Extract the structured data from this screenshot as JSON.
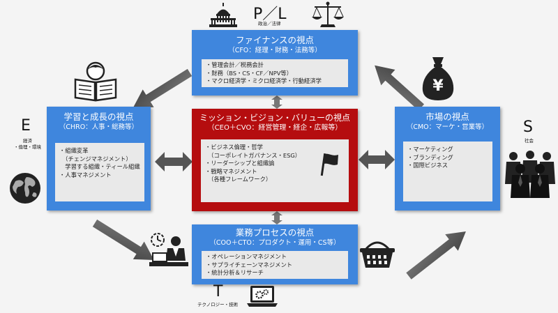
{
  "finance": {
    "title": "ファイナンスの視点",
    "subtitle": "（CFO：経理・財務・法務等）",
    "items": [
      "・管理会計／税務会計",
      "・財務（BS・CS・CF／NPV等）",
      "・マクロ経済学・ミクロ経済学・行動経済学"
    ]
  },
  "learning": {
    "title": "学習と成長の視点",
    "subtitle": "（CHRO：人事・総務等）",
    "items": [
      "・組織変革",
      "　（チェンジマネジメント）",
      "　学習する組織・ティール組織",
      "・人事マネジメント"
    ]
  },
  "mission": {
    "title": "ミッション・ビジョン・バリューの視点",
    "subtitle": "（CEO＋CVO：経営管理・経企・広報等）",
    "items": [
      "・ビジネス倫理・哲学",
      "　（コーポレイトガバナンス・ESG）",
      "・リーダーシップと組織論",
      "・戦略マネジメント",
      "　（各種フレームワーク）"
    ]
  },
  "market": {
    "title": "市場の視点",
    "subtitle": "（CMO：マーケ・営業等）",
    "items": [
      "・マーケティング",
      "・ブランディング",
      "・国際ビジネス"
    ]
  },
  "process": {
    "title": "業務プロセスの視点",
    "subtitle": "（COO＋CTO：プロダクト・運用・CS等）",
    "items": [
      "・オペレーションマネジメント",
      "・サプライチェーンマネジメント",
      "・統計分析＆リサーチ"
    ]
  },
  "pestle": {
    "p_letter": "P／L",
    "p_caption": "政治／法律",
    "e_letter": "E",
    "e_caption": "経済\n・倫理・環境",
    "s_letter": "S",
    "s_caption": "社会",
    "t_letter": "T",
    "t_caption": "テクノロジー・技術"
  },
  "colors": {
    "blue": "#3f86dd",
    "red": "#b50d0f",
    "arrow": "#555555",
    "inner": "#e9e9e9"
  },
  "icons": [
    "capitol-building-icon",
    "scales-of-justice-icon",
    "reading-person-icon",
    "money-bag-icon",
    "globe-icon",
    "crowd-icon",
    "time-management-icon",
    "shopping-basket-icon",
    "laptop-gears-icon",
    "flag-icon"
  ]
}
